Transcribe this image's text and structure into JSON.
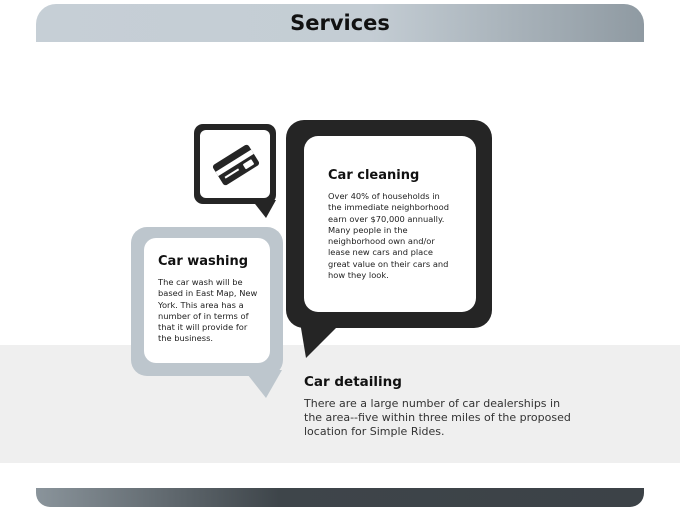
{
  "header": {
    "title": "Services"
  },
  "icon": {
    "name": "credit-card-icon"
  },
  "services": {
    "cleaning": {
      "title": "Car cleaning",
      "text": "Over 40% of households in the immediate neighborhood earn over $70,000 annually. Many people in the neighborhood own and/or lease new cars and place great value on their cars and how they look."
    },
    "washing": {
      "title": "Car washing",
      "text": "The car wash will be based in East Map, New York. This area has a number of in terms of that it will provide for the business."
    },
    "detailing": {
      "title": "Car detailing",
      "text": "There are a large number of car dealerships in the area--five within three miles of the proposed location for Simple Rides."
    }
  },
  "colors": {
    "dark": "#252525",
    "gray": "#bdc6cd",
    "band": "#efefef"
  }
}
